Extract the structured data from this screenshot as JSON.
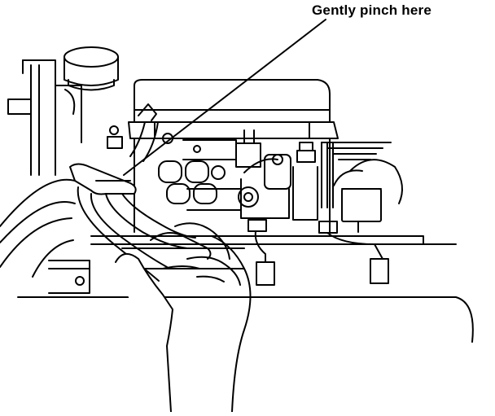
{
  "callout": {
    "text": "Gently pinch here"
  },
  "drawing": {
    "style": "black line-art technical illustration",
    "subject": "engine compartment with hand holding pliers on hose",
    "ink_color": "#000000",
    "paper_color": "#ffffff"
  }
}
